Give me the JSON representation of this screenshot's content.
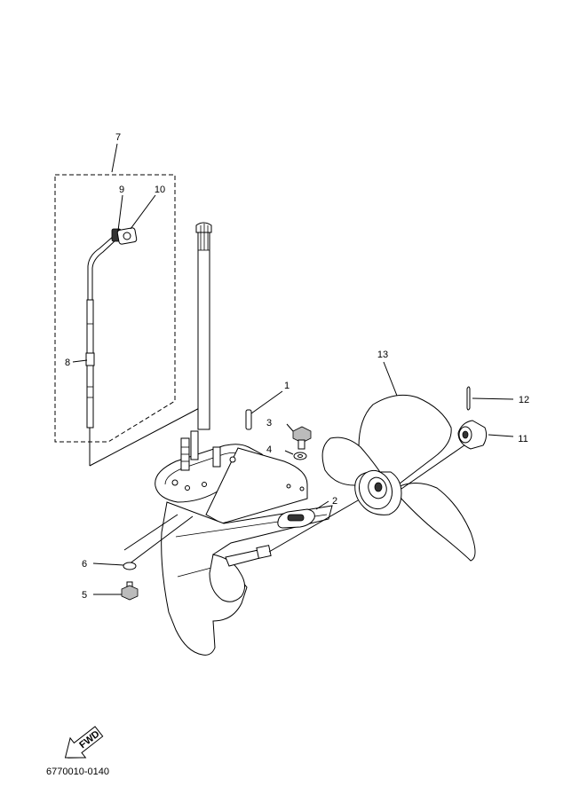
{
  "callouts": {
    "c1": "1",
    "c2": "2",
    "c3": "3",
    "c4": "4",
    "c5": "5",
    "c6": "6",
    "c7": "7",
    "c8": "8",
    "c9": "9",
    "c10": "10",
    "c11": "11",
    "c12": "12",
    "c13": "13"
  },
  "fwd_label": "FWD",
  "figure_code": "6770010-0140"
}
